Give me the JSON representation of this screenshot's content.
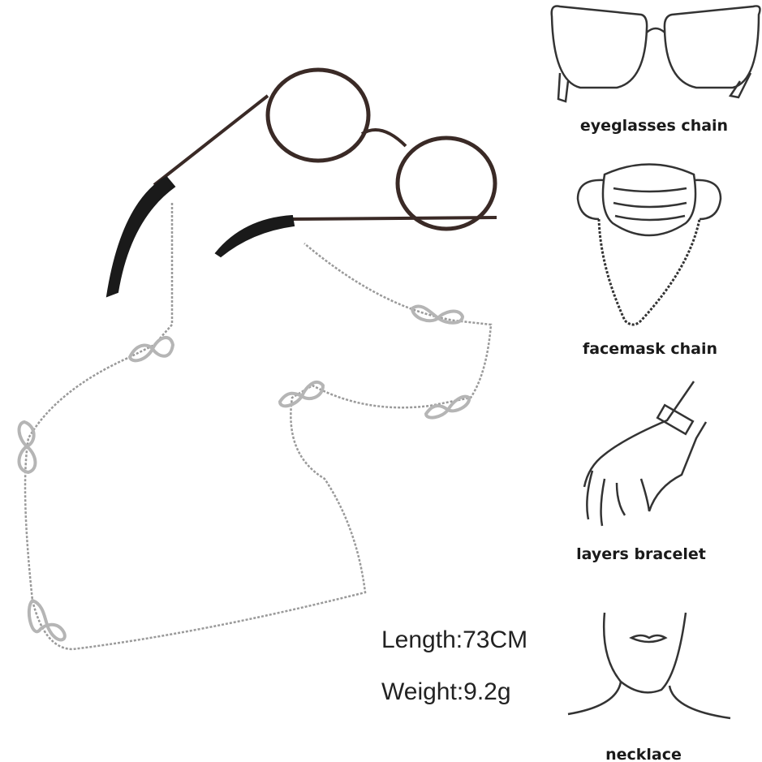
{
  "usage_labels": {
    "eyeglasses": "eyeglasses chain",
    "facemask": "facemask chain",
    "bracelet": "layers bracelet",
    "necklace": "necklace"
  },
  "specs": {
    "length": "Length:73CM",
    "weight": "Weight:9.2g"
  },
  "colors": {
    "frame": "#3a2a26",
    "temple_tip": "#1a1a1a",
    "chain": "#9a9a9a",
    "line_art": "#333333"
  }
}
